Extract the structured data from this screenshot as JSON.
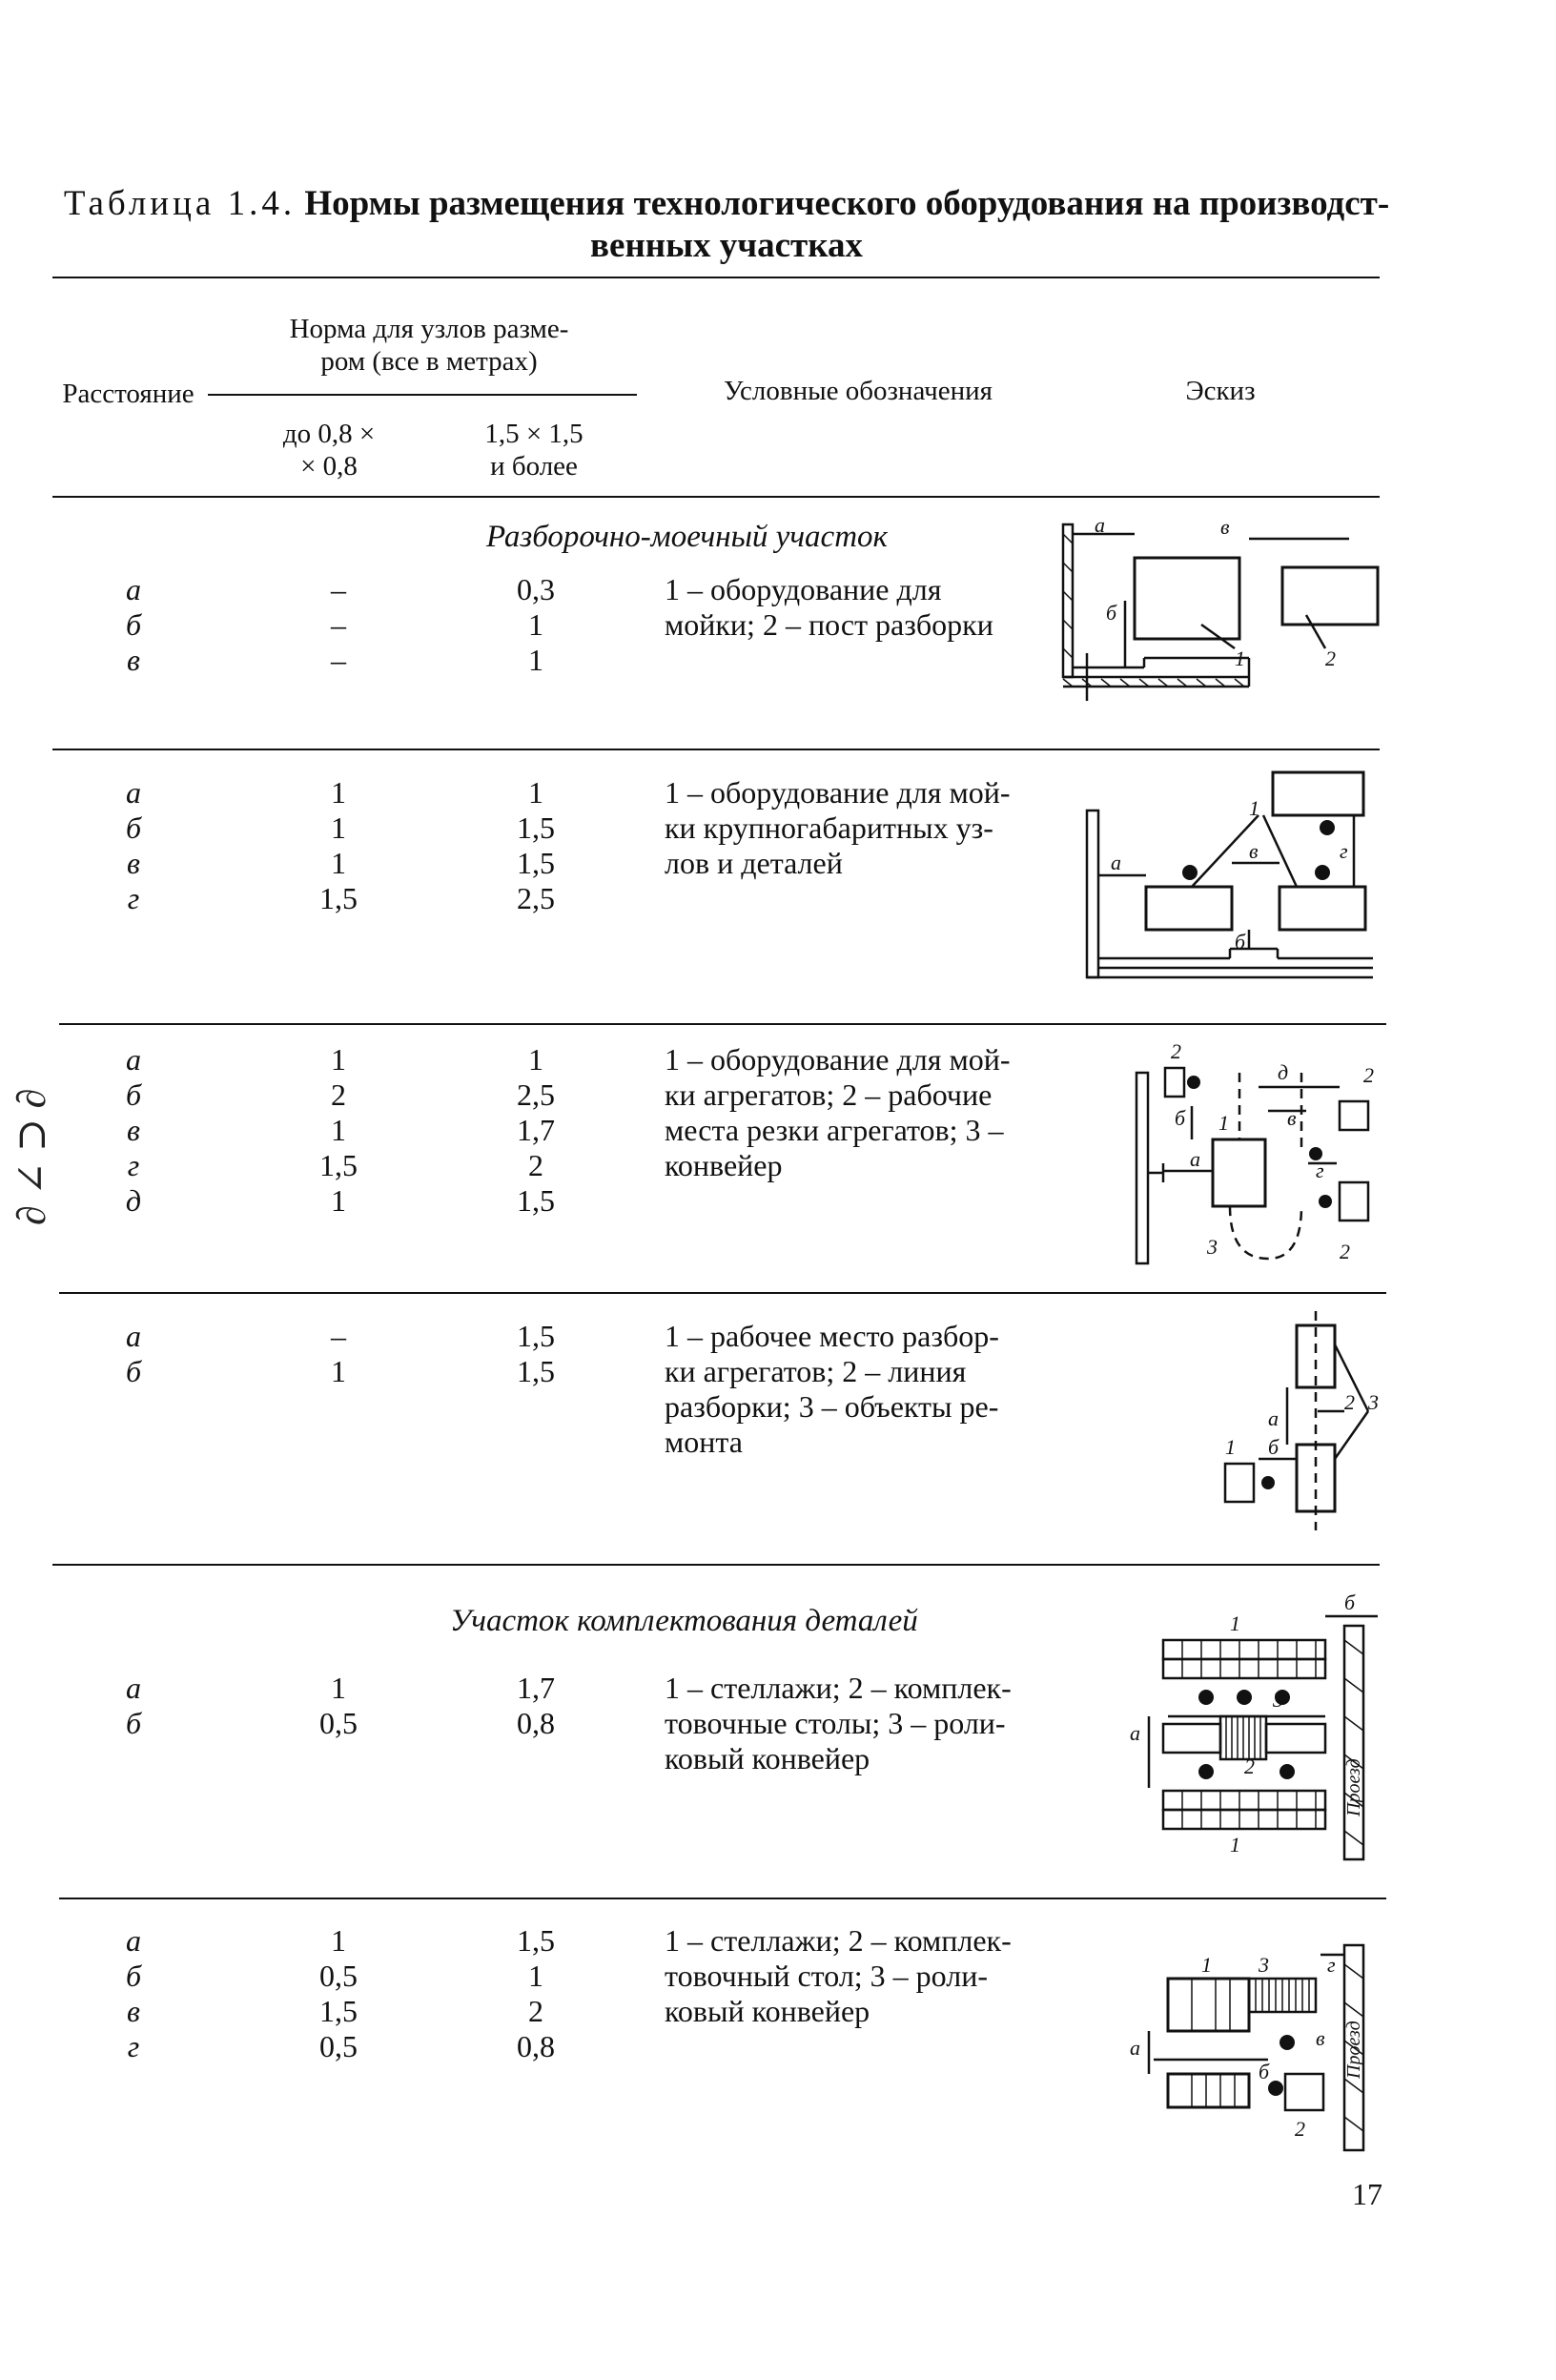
{
  "title": {
    "label": "Таблица 1.4.",
    "text": "Нормы размещения технологического оборудования на производственных участках",
    "line1": "Нормы размещения технологического оборудования на производст-",
    "line2": "венных участках"
  },
  "header": {
    "distance": "Расстояние",
    "norm_line1": "Норма для узлов разме-",
    "norm_line2": "ром (все в метрах)",
    "col_small_line1": "до 0,8 ×",
    "col_small_line2": "× 0,8",
    "col_large_line1": "1,5 × 1,5",
    "col_large_line2": "и более",
    "legend": "Условные обозначения",
    "sketch": "Эскиз"
  },
  "sections": [
    {
      "title": "Разборочно-моечный участок",
      "letters": [
        "а",
        "б",
        "в"
      ],
      "small": [
        "–",
        "–",
        "–"
      ],
      "large": [
        "0,3",
        "1",
        "1"
      ],
      "desc": [
        "1 – оборудование для",
        "мойки; 2 – пост разборки"
      ],
      "sketch_labels": [
        "а",
        "в",
        "б",
        "1",
        "2"
      ]
    },
    {
      "letters": [
        "а",
        "б",
        "в",
        "г"
      ],
      "small": [
        "1",
        "1",
        "1",
        "1,5"
      ],
      "large": [
        "1",
        "1,5",
        "1,5",
        "2,5"
      ],
      "desc": [
        "1 – оборудование для мой-",
        "ки крупногабаритных уз-",
        "лов и деталей"
      ],
      "sketch_labels": [
        "1",
        "а",
        "в",
        "б",
        "г"
      ]
    },
    {
      "letters": [
        "а",
        "б",
        "в",
        "г",
        "д"
      ],
      "small": [
        "1",
        "2",
        "1",
        "1,5",
        "1"
      ],
      "large": [
        "1",
        "2,5",
        "1,7",
        "2",
        "1,5"
      ],
      "desc": [
        "1 – оборудование для мой-",
        "ки агрегатов; 2 – рабочие",
        "места резки агрегатов; 3 –",
        "конвейер"
      ],
      "sketch_labels": [
        "2",
        "б",
        "1",
        "д",
        "в",
        "2",
        "а",
        "г",
        "3",
        "2"
      ]
    },
    {
      "letters": [
        "а",
        "б"
      ],
      "small": [
        "–",
        "1"
      ],
      "large": [
        "1,5",
        "1,5"
      ],
      "desc": [
        "1 – рабочее место разбор-",
        "ки агрегатов; 2 – линия",
        "разборки; 3 – объекты ре-",
        "монта"
      ],
      "sketch_labels": [
        "а",
        "2",
        "3",
        "1",
        "б"
      ]
    },
    {
      "title": "Участок комплектования деталей",
      "letters": [
        "а",
        "б"
      ],
      "small": [
        "1",
        "0,5"
      ],
      "large": [
        "1,7",
        "0,8"
      ],
      "desc": [
        "1 – стеллажи; 2 – комплек-",
        "товочные столы; 3 – роли-",
        "ковый конвейер"
      ],
      "sketch_labels": [
        "1",
        "б",
        "3",
        "а",
        "2",
        "1",
        "Проезд"
      ]
    },
    {
      "letters": [
        "а",
        "б",
        "в",
        "г"
      ],
      "small": [
        "1",
        "0,5",
        "1,5",
        "0,5"
      ],
      "large": [
        "1,5",
        "1",
        "2",
        "0,8"
      ],
      "desc": [
        "1 – стеллажи; 2 – комплек-",
        "товочный стол; 3 – роли-",
        "ковый конвейер"
      ],
      "sketch_labels": [
        "1",
        "3",
        "г",
        "а",
        "б",
        "в",
        "2",
        "Проезд"
      ]
    }
  ],
  "page_number": "17",
  "margin_note": "∂ ∠ ⊃ ∂"
}
